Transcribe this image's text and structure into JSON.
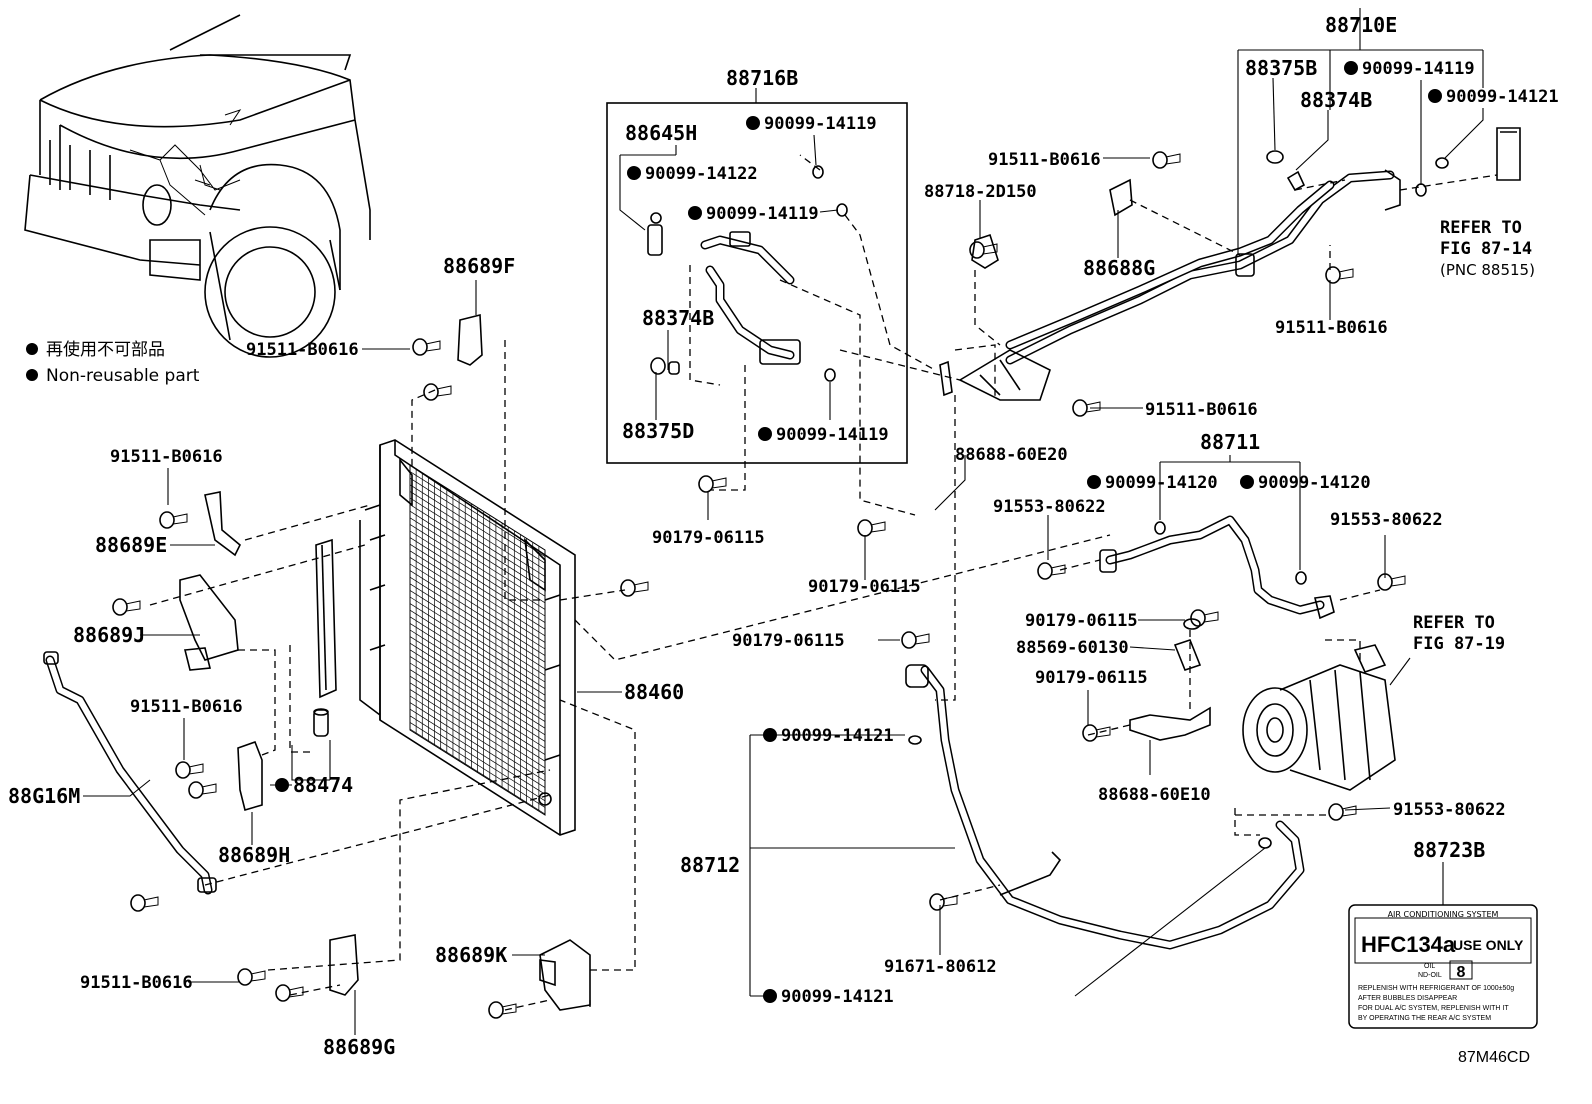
{
  "labels": {
    "l_88710E": "88710E",
    "l_88375B": "88375B",
    "l_90099_14119_a": "90099-14119",
    "l_88374B_a": "88374B",
    "l_90099_14121_a": "90099-14121",
    "l_refer_87_14": "REFER TO",
    "l_fig_87_14": "FIG 87-14",
    "l_pnc": "(PNC 88515)",
    "l_91511_a": "91511-B0616",
    "l_88718": "88718-2D150",
    "l_88688G": "88688G",
    "l_91511_b": "91511-B0616",
    "l_91511_c": "91511-B0616",
    "l_88716B": "88716B",
    "l_88645H": "88645H",
    "l_90099_14119_b": "90099-14119",
    "l_90099_14122": "90099-14122",
    "l_90099_14119_c": "90099-14119",
    "l_88374B_b": "88374B",
    "l_88375D": "88375D",
    "l_90099_14119_d": "90099-14119",
    "l_88689F": "88689F",
    "l_91511_d": "91511-B0616",
    "l_91511_e": "91511-B0616",
    "l_88689E": "88689E",
    "l_88689J": "88689J",
    "l_91511_f": "91511-B0616",
    "l_88474": "88474",
    "l_88G16M": "88G16M",
    "l_88689H": "88689H",
    "l_88460": "88460",
    "l_90179_a": "90179-06115",
    "l_88688_60E20": "88688-60E20",
    "l_90179_b": "90179-06115",
    "l_88711": "88711",
    "l_90099_14120_a": "90099-14120",
    "l_90099_14120_b": "90099-14120",
    "l_91553_a": "91553-80622",
    "l_91553_b": "91553-80622",
    "l_90179_c": "90179-06115",
    "l_90179_d": "90179-06115",
    "l_88569": "88569-60130",
    "l_90179_e": "90179-06115",
    "l_refer_87_19": "REFER TO",
    "l_fig_87_19": "FIG 87-19",
    "l_88688_60E10": "88688-60E10",
    "l_90099_14121_b": "90099-14121",
    "l_91553_c": "91553-80622",
    "l_88712": "88712",
    "l_88723B": "88723B",
    "l_91671": "91671-80612",
    "l_90099_14121_c": "90099-14121",
    "l_91511_g": "91511-B0616",
    "l_88689K": "88689K",
    "l_88689G": "88689G"
  },
  "legend": {
    "japanese": "再使用不可部品",
    "english": "Non-reusable part"
  },
  "ac_label": {
    "header": "AIR CONDITIONING SYSTEM",
    "refrigerant": "HFC134a",
    "use_only": "USE ONLY",
    "oil": "OIL",
    "nd_oil": "ND-OIL",
    "oil_grade": "8",
    "line1": "REPLENISH WITH REFRIGERANT OF 1000±50g",
    "line2": "AFTER BUBBLES DISAPPEAR",
    "line3": "FOR DUAL A/C SYSTEM, REPLENISH WITH IT",
    "line4": "BY OPERATING THE REAR A/C SYSTEM"
  },
  "figure_code": "87M46CD"
}
